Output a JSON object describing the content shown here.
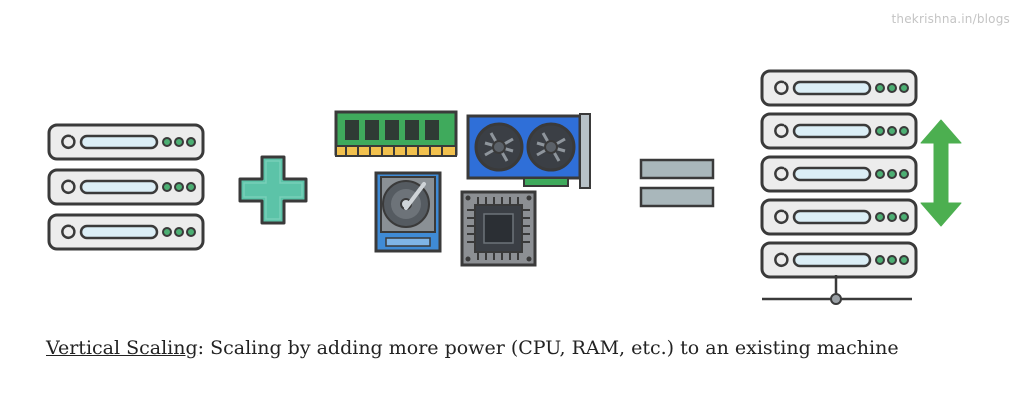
{
  "watermark": "thekrishna.in/blogs",
  "caption": {
    "term": "Vertical Scaling",
    "text": ": Scaling by adding more power (CPU, RAM, etc.) to an existing machine"
  },
  "colors": {
    "outline": "#3a3a3a",
    "server_body": "#ececec",
    "server_slot": "#dbeef6",
    "server_light": "#4caf73",
    "plus": "#5cc3a8",
    "equals": "#a9b7bb",
    "arrow": "#4caf50",
    "ram_board": "#3faa5c",
    "gpu_body": "#2f6fd8",
    "hdd_body": "#3f8bd6",
    "cpu_board": "#8c8f93"
  },
  "icons": {
    "left_stack": "server-rack-icon",
    "plus": "plus-icon",
    "ram": "ram-module-icon",
    "gpu": "graphics-card-icon",
    "hdd": "hard-drive-icon",
    "cpu": "cpu-board-icon",
    "equals": "equals-icon",
    "right_stack": "server-rack-icon",
    "arrow": "vertical-double-arrow-icon"
  },
  "stacks": {
    "left_servers": 3,
    "right_servers": 5
  }
}
